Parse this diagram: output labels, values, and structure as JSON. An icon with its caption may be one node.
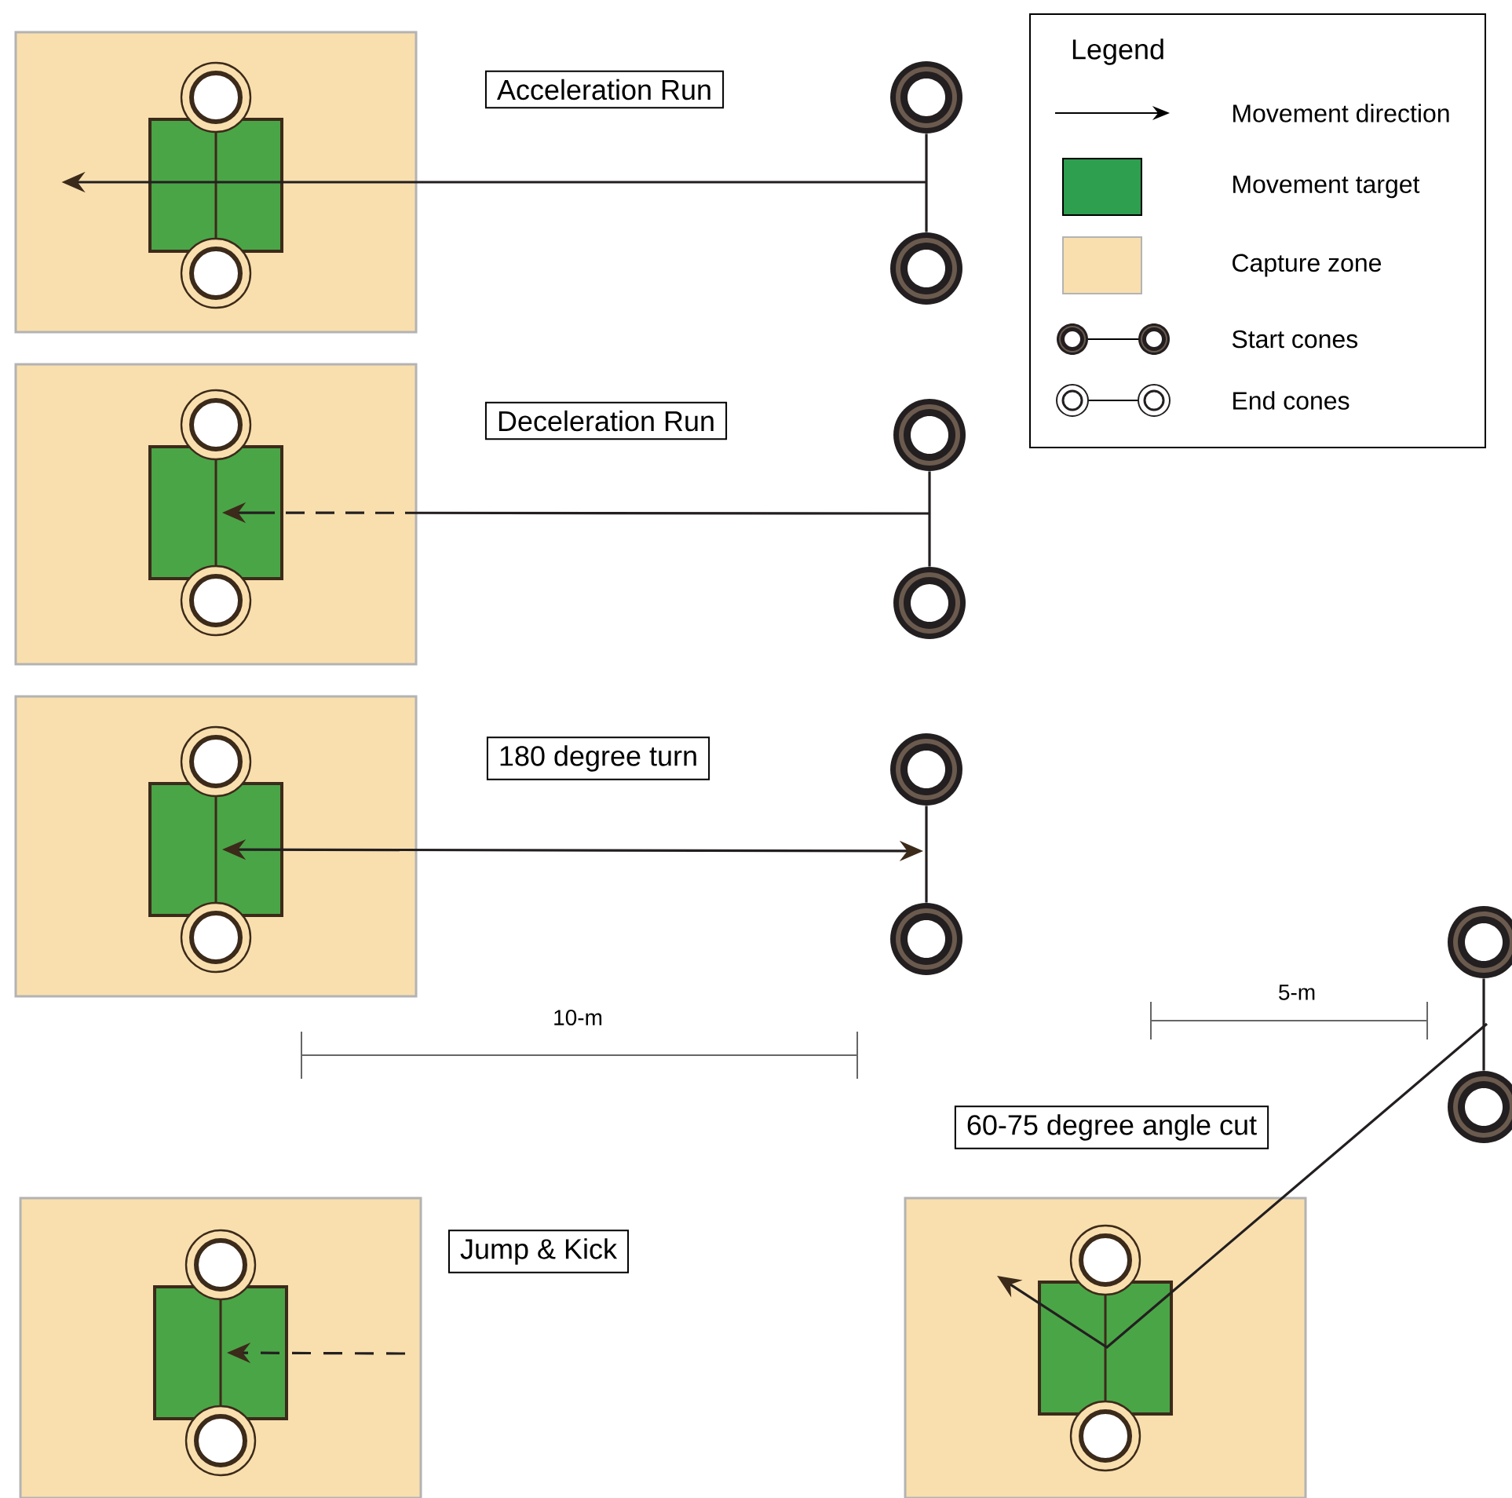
{
  "diagram": {
    "nodes": [
      {
        "text": [],
        "shape": "box"
      },
      {
        "text": [],
        "shape": "box",
        "in": 0
      },
      {
        "text": [
          "Acceleration Run"
        ]
      },
      {
        "text": [],
        "shape": "circle"
      },
      {
        "text": [],
        "shape": "circle"
      },
      {
        "text": [],
        "shape": "box"
      },
      {
        "text": [],
        "shape": "box",
        "in": 5
      },
      {
        "text": [
          "Deceleration Run"
        ]
      },
      {
        "text": [],
        "shape": "circle"
      },
      {
        "text": [],
        "shape": "circle"
      },
      {
        "text": [],
        "shape": "box"
      },
      {
        "text": [],
        "shape": "box",
        "in": 10
      },
      {
        "text": [
          "180 degree turn"
        ]
      },
      {
        "text": [],
        "shape": "circle"
      },
      {
        "text": [],
        "shape": "circle"
      },
      {
        "text": [],
        "shape": "circle"
      },
      {
        "text": [],
        "shape": "circle"
      },
      {
        "text": [
          "60-75 degree angle cut"
        ]
      },
      {
        "text": [],
        "shape": "box"
      },
      {
        "text": [],
        "shape": "box",
        "in": 18
      },
      {
        "text": [
          "Jump & Kick"
        ]
      },
      {
        "text": [],
        "shape": "box"
      },
      {
        "text": [],
        "shape": "box",
        "in": 21
      }
    ],
    "edges": [
      {
        "from": 3,
        "to": 4,
        "arrow": "none"
      },
      {
        "from": null,
        "to": 0,
        "arrow": "to"
      },
      {
        "from": 8,
        "to": 9,
        "arrow": "none"
      },
      {
        "from": null,
        "to": 6,
        "arrow": "to",
        "style": "dashed"
      },
      {
        "from": 13,
        "to": 14,
        "arrow": "none"
      },
      {
        "from": 11,
        "to": null,
        "arrow": "both"
      },
      {
        "from": 15,
        "to": 16,
        "arrow": "none"
      },
      {
        "from": null,
        "to": 21,
        "arrow": "to"
      },
      {
        "from": null,
        "to": 19,
        "arrow": "to",
        "style": "dashed"
      }
    ],
    "labels": [
      "Legend",
      "10-m",
      "5-m"
    ],
    "legend": [
      {
        "text": "Movement direction"
      },
      {
        "text": "Movement target",
        "color": "#2e9e4f"
      },
      {
        "text": "Capture zone",
        "color": "#f9dfae"
      },
      {
        "text": "Start cones"
      },
      {
        "text": "End cones"
      }
    ]
  }
}
